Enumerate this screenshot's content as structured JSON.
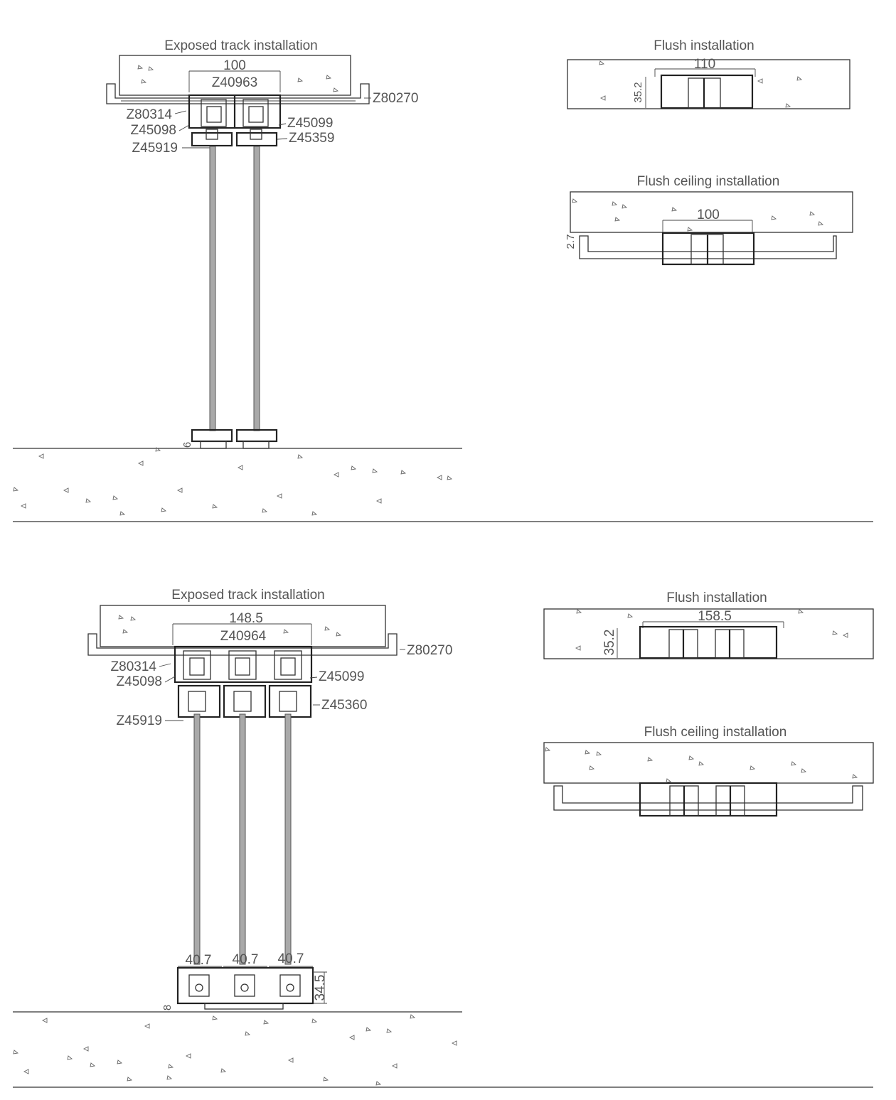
{
  "top": {
    "exposed": {
      "title": "Exposed track installation",
      "width_dim": "100",
      "track_code": "Z40963",
      "codes": {
        "bracket": "Z80270",
        "cover_left": "Z80314",
        "carrier": "Z45098",
        "end_right": "Z45099",
        "guide_right": "Z45359",
        "guide_left": "Z45919"
      },
      "floor_gap": "6"
    },
    "flush": {
      "title": "Flush installation",
      "width_dim": "110",
      "height_dim": "35.2"
    },
    "flush_ceiling": {
      "title": "Flush ceiling installation",
      "width_dim": "100",
      "gap_dim": "2.7"
    }
  },
  "bottom": {
    "exposed": {
      "title": "Exposed track installation",
      "width_dim": "148.5",
      "track_code": "Z40964",
      "codes": {
        "bracket": "Z80270",
        "cover_left": "Z80314",
        "carrier": "Z45098",
        "end_right": "Z45099",
        "guide_right": "Z45360",
        "guide_left": "Z45919"
      },
      "bottom_dims": [
        "40.7",
        "40.7",
        "40.7"
      ],
      "height_dim": "34.5",
      "floor_gap": "8"
    },
    "flush": {
      "title": "Flush installation",
      "width_dim": "158.5",
      "height_dim": "35.2"
    },
    "flush_ceiling": {
      "title": "Flush ceiling installation"
    }
  }
}
